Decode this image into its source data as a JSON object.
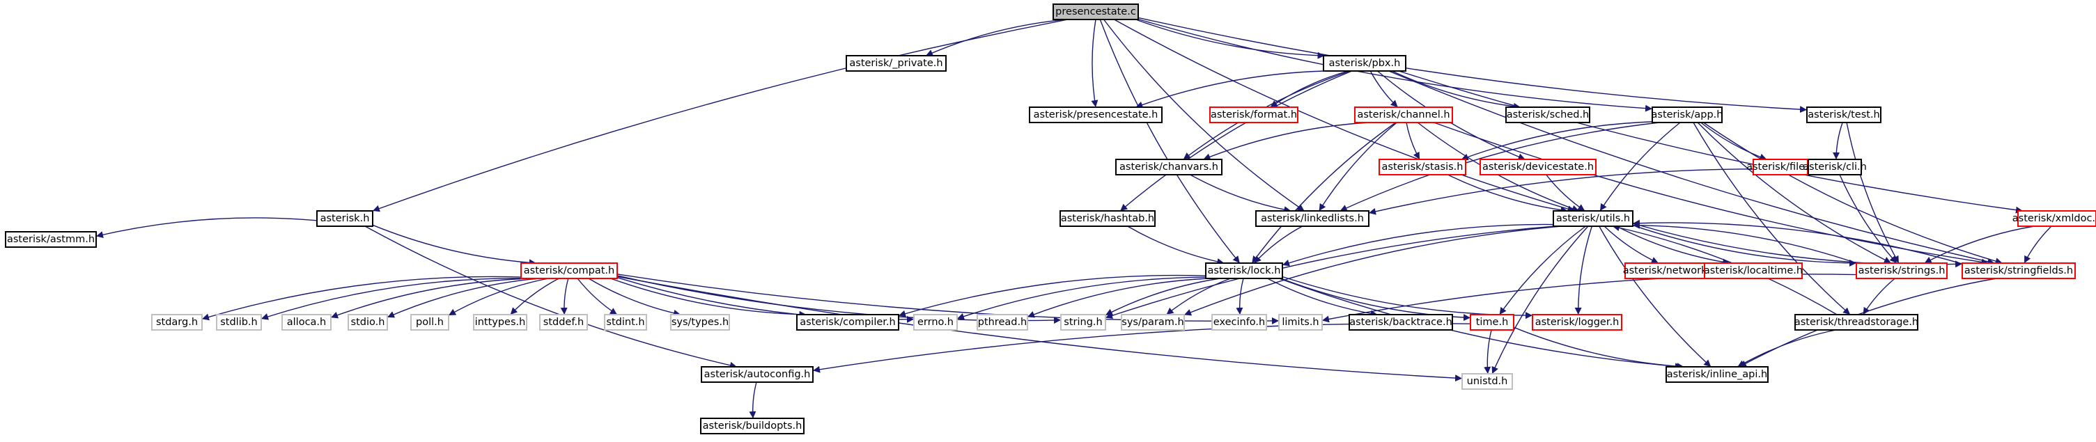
{
  "colors": {
    "edge": "#191970",
    "border_normal": "#000000",
    "border_red": "#ff0000",
    "border_grey": "#bfbfbf",
    "fill_root": "#bfbfbf",
    "fill_default": "#ffffff",
    "text": "#000000"
  },
  "nodes": [
    {
      "id": "presencestate_c",
      "label": "presencestate.c",
      "kind": "root"
    },
    {
      "id": "private_h",
      "label": "asterisk/_private.h",
      "kind": "normal"
    },
    {
      "id": "pbx_h",
      "label": "asterisk/pbx.h",
      "kind": "normal"
    },
    {
      "id": "asterisk_h",
      "label": "asterisk.h",
      "kind": "normal"
    },
    {
      "id": "presencestate_h",
      "label": "asterisk/presencestate.h",
      "kind": "normal"
    },
    {
      "id": "format_h",
      "label": "asterisk/format.h",
      "kind": "red"
    },
    {
      "id": "channel_h",
      "label": "asterisk/channel.h",
      "kind": "red"
    },
    {
      "id": "sched_h",
      "label": "asterisk/sched.h",
      "kind": "normal"
    },
    {
      "id": "app_h",
      "label": "asterisk/app.h",
      "kind": "normal"
    },
    {
      "id": "test_h",
      "label": "asterisk/test.h",
      "kind": "normal"
    },
    {
      "id": "chanvars_h",
      "label": "asterisk/chanvars.h",
      "kind": "normal"
    },
    {
      "id": "stasis_h",
      "label": "asterisk/stasis.h",
      "kind": "red"
    },
    {
      "id": "devicestate_h",
      "label": "asterisk/devicestate.h",
      "kind": "red"
    },
    {
      "id": "file_h",
      "label": "asterisk/file.h",
      "kind": "red"
    },
    {
      "id": "cli_h",
      "label": "asterisk/cli.h",
      "kind": "normal"
    },
    {
      "id": "hashtab_h",
      "label": "asterisk/hashtab.h",
      "kind": "normal"
    },
    {
      "id": "linkedlists_h",
      "label": "asterisk/linkedlists.h",
      "kind": "normal"
    },
    {
      "id": "utils_h",
      "label": "asterisk/utils.h",
      "kind": "normal"
    },
    {
      "id": "xmldoc_h",
      "label": "asterisk/xmldoc.h",
      "kind": "red"
    },
    {
      "id": "astmm_h",
      "label": "asterisk/astmm.h",
      "kind": "normal"
    },
    {
      "id": "compat_h",
      "label": "asterisk/compat.h",
      "kind": "red"
    },
    {
      "id": "lock_h",
      "label": "asterisk/lock.h",
      "kind": "normal"
    },
    {
      "id": "network_h",
      "label": "asterisk/network.h",
      "kind": "red"
    },
    {
      "id": "localtime_h",
      "label": "asterisk/localtime.h",
      "kind": "red"
    },
    {
      "id": "strings_h",
      "label": "asterisk/strings.h",
      "kind": "red"
    },
    {
      "id": "stringfields_h",
      "label": "asterisk/stringfields.h",
      "kind": "red"
    },
    {
      "id": "stdarg_h",
      "label": "stdarg.h",
      "kind": "grey"
    },
    {
      "id": "stdlib_h",
      "label": "stdlib.h",
      "kind": "grey"
    },
    {
      "id": "alloca_h",
      "label": "alloca.h",
      "kind": "grey"
    },
    {
      "id": "stdio_h",
      "label": "stdio.h",
      "kind": "grey"
    },
    {
      "id": "poll_h",
      "label": "poll.h",
      "kind": "grey"
    },
    {
      "id": "inttypes_h",
      "label": "inttypes.h",
      "kind": "grey"
    },
    {
      "id": "stddef_h",
      "label": "stddef.h",
      "kind": "grey"
    },
    {
      "id": "stdint_h",
      "label": "stdint.h",
      "kind": "grey"
    },
    {
      "id": "systypes_h",
      "label": "sys/types.h",
      "kind": "grey"
    },
    {
      "id": "compiler_h",
      "label": "asterisk/compiler.h",
      "kind": "normal"
    },
    {
      "id": "errno_h",
      "label": "errno.h",
      "kind": "grey"
    },
    {
      "id": "pthread_h",
      "label": "pthread.h",
      "kind": "grey"
    },
    {
      "id": "string_h",
      "label": "string.h",
      "kind": "grey"
    },
    {
      "id": "sysparam_h",
      "label": "sys/param.h",
      "kind": "grey"
    },
    {
      "id": "execinfo_h",
      "label": "execinfo.h",
      "kind": "grey"
    },
    {
      "id": "limits_h",
      "label": "limits.h",
      "kind": "grey"
    },
    {
      "id": "backtrace_h",
      "label": "asterisk/backtrace.h",
      "kind": "normal"
    },
    {
      "id": "time_h",
      "label": "time.h",
      "kind": "red"
    },
    {
      "id": "logger_h",
      "label": "asterisk/logger.h",
      "kind": "red"
    },
    {
      "id": "threadstorage_h",
      "label": "asterisk/threadstorage.h",
      "kind": "normal"
    },
    {
      "id": "autoconfig_h",
      "label": "asterisk/autoconfig.h",
      "kind": "normal"
    },
    {
      "id": "unistd_h",
      "label": "unistd.h",
      "kind": "grey"
    },
    {
      "id": "inline_api_h",
      "label": "asterisk/inline_api.h",
      "kind": "normal"
    },
    {
      "id": "buildopts_h",
      "label": "asterisk/buildopts.h",
      "kind": "normal"
    }
  ],
  "edges": [
    [
      "presencestate_c",
      "private_h"
    ],
    [
      "presencestate_c",
      "pbx_h"
    ],
    [
      "presencestate_c",
      "asterisk_h"
    ],
    [
      "presencestate_c",
      "presencestate_h"
    ],
    [
      "presencestate_c",
      "app_h"
    ],
    [
      "presencestate_c",
      "test_h"
    ],
    [
      "presencestate_c",
      "linkedlists_h"
    ],
    [
      "presencestate_c",
      "utils_h"
    ],
    [
      "presencestate_c",
      "lock_h"
    ],
    [
      "pbx_h",
      "presencestate_h"
    ],
    [
      "pbx_h",
      "format_h"
    ],
    [
      "pbx_h",
      "channel_h"
    ],
    [
      "pbx_h",
      "sched_h"
    ],
    [
      "pbx_h",
      "chanvars_h"
    ],
    [
      "pbx_h",
      "devicestate_h"
    ],
    [
      "pbx_h",
      "hashtab_h"
    ],
    [
      "pbx_h",
      "xmldoc_h"
    ],
    [
      "pbx_h",
      "stringfields_h"
    ],
    [
      "channel_h",
      "chanvars_h"
    ],
    [
      "channel_h",
      "stasis_h"
    ],
    [
      "channel_h",
      "linkedlists_h"
    ],
    [
      "channel_h",
      "utils_h"
    ],
    [
      "channel_h",
      "lock_h"
    ],
    [
      "channel_h",
      "stringfields_h"
    ],
    [
      "app_h",
      "stasis_h"
    ],
    [
      "app_h",
      "file_h"
    ],
    [
      "app_h",
      "linkedlists_h"
    ],
    [
      "app_h",
      "utils_h"
    ],
    [
      "app_h",
      "strings_h"
    ],
    [
      "app_h",
      "stringfields_h"
    ],
    [
      "app_h",
      "threadstorage_h"
    ],
    [
      "test_h",
      "cli_h"
    ],
    [
      "test_h",
      "strings_h"
    ],
    [
      "chanvars_h",
      "linkedlists_h"
    ],
    [
      "stasis_h",
      "utils_h"
    ],
    [
      "devicestate_h",
      "utils_h"
    ],
    [
      "cli_h",
      "linkedlists_h"
    ],
    [
      "cli_h",
      "strings_h"
    ],
    [
      "hashtab_h",
      "lock_h"
    ],
    [
      "linkedlists_h",
      "lock_h"
    ],
    [
      "xmldoc_h",
      "strings_h"
    ],
    [
      "xmldoc_h",
      "stringfields_h"
    ],
    [
      "asterisk_h",
      "astmm_h"
    ],
    [
      "asterisk_h",
      "compat_h"
    ],
    [
      "asterisk_h",
      "autoconfig_h"
    ],
    [
      "utils_h",
      "lock_h"
    ],
    [
      "utils_h",
      "network_h"
    ],
    [
      "utils_h",
      "localtime_h"
    ],
    [
      "utils_h",
      "strings_h"
    ],
    [
      "utils_h",
      "stringfields_h"
    ],
    [
      "utils_h",
      "time_h"
    ],
    [
      "utils_h",
      "logger_h"
    ],
    [
      "utils_h",
      "unistd_h"
    ],
    [
      "utils_h",
      "inline_api_h"
    ],
    [
      "utils_h",
      "sysparam_h"
    ],
    [
      "utils_h",
      "string_h"
    ],
    [
      "compat_h",
      "stdarg_h"
    ],
    [
      "compat_h",
      "stdlib_h"
    ],
    [
      "compat_h",
      "alloca_h"
    ],
    [
      "compat_h",
      "stdio_h"
    ],
    [
      "compat_h",
      "poll_h"
    ],
    [
      "compat_h",
      "inttypes_h"
    ],
    [
      "compat_h",
      "stddef_h"
    ],
    [
      "compat_h",
      "stdint_h"
    ],
    [
      "compat_h",
      "systypes_h"
    ],
    [
      "compat_h",
      "compiler_h"
    ],
    [
      "compat_h",
      "errno_h"
    ],
    [
      "compat_h",
      "string_h"
    ],
    [
      "compat_h",
      "limits_h"
    ],
    [
      "compat_h",
      "unistd_h"
    ],
    [
      "lock_h",
      "compiler_h"
    ],
    [
      "lock_h",
      "errno_h"
    ],
    [
      "lock_h",
      "pthread_h"
    ],
    [
      "lock_h",
      "string_h"
    ],
    [
      "lock_h",
      "sysparam_h"
    ],
    [
      "lock_h",
      "execinfo_h"
    ],
    [
      "lock_h",
      "backtrace_h"
    ],
    [
      "lock_h",
      "time_h"
    ],
    [
      "lock_h",
      "logger_h"
    ],
    [
      "lock_h",
      "inline_api_h"
    ],
    [
      "strings_h",
      "utils_h"
    ],
    [
      "strings_h",
      "threadstorage_h"
    ],
    [
      "strings_h",
      "limits_h"
    ],
    [
      "stringfields_h",
      "utils_h"
    ],
    [
      "stringfields_h",
      "inline_api_h"
    ],
    [
      "threadstorage_h",
      "utils_h"
    ],
    [
      "threadstorage_h",
      "inline_api_h"
    ],
    [
      "time_h",
      "autoconfig_h"
    ],
    [
      "time_h",
      "unistd_h"
    ],
    [
      "time_h",
      "inline_api_h"
    ],
    [
      "autoconfig_h",
      "buildopts_h"
    ]
  ]
}
